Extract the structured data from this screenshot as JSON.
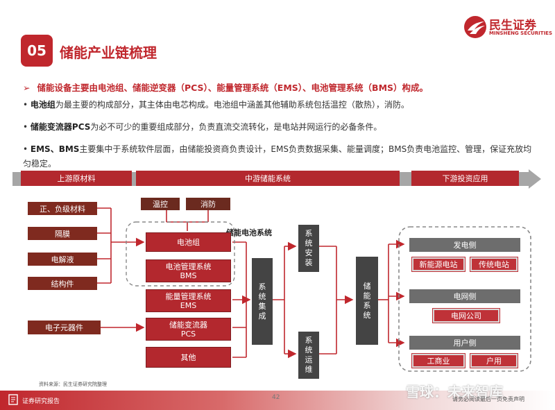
{
  "header": {
    "section_number": "05",
    "title": "储能产业链梳理",
    "logo_name": "民生证券",
    "logo_sub": "MINSHENG SECURITIES"
  },
  "intro": {
    "arrow": "➢",
    "lead": "储能设备主要由电池组、储能逆变器（PCS）、能量管理系统（EMS）、电池管理系统（BMS）构成。",
    "bullets": [
      {
        "bold": "电池组",
        "text": "为最主要的构成部分，其主体由电芯构成。电池组中涵盖其他辅助系统包括温控（散热），消防。"
      },
      {
        "bold": "储能变流器PCS",
        "text": "为必不可少的重要组成部分，负责直流交流转化，是电站并网运行的必备条件。"
      },
      {
        "bold": "EMS、BMS",
        "text": "主要集中于系统软件层面，由储能投资商负责设计，EMS负责数据采集、能量调度；BMS负责电池监控、管理，保证充放均匀稳定。"
      }
    ]
  },
  "bands": {
    "upstream": "上游原材料",
    "midstream": "中游储能系统",
    "downstream": "下游投资应用"
  },
  "diagram": {
    "materials": [
      "正、负级材料",
      "隔膜",
      "电解液",
      "结构件"
    ],
    "electronics": "电子元器件",
    "aux": [
      "温控",
      "消防"
    ],
    "battery_system_label": "储能电池系统",
    "battery_pack": "电池组",
    "bms_line1": "电池管理系统",
    "bms_line2": "BMS",
    "ems_line1": "能量管理系统",
    "ems_line2": "EMS",
    "pcs_line1": "储能变流器",
    "pcs_line2": "PCS",
    "other": "其他",
    "integration": [
      "系",
      "统",
      "集",
      "成"
    ],
    "install": [
      "系",
      "统",
      "安",
      "装"
    ],
    "operation": [
      "系",
      "统",
      "运",
      "维"
    ],
    "storage": [
      "储",
      "能",
      "系",
      "统"
    ],
    "gen_side": "发电侧",
    "gen_items": [
      "新能源电站",
      "传统电站"
    ],
    "grid_side": "电网侧",
    "grid_items": [
      "电网公司"
    ],
    "user_side": "用户侧",
    "user_items": [
      "工商业",
      "户用"
    ]
  },
  "footer": {
    "source": "资料来源：民生证券研究院整理",
    "report": "证券研究报告",
    "page": "42",
    "watermark": "雪球：未来智库",
    "watermark_sub": "请务必阅读最后一页免责声明"
  },
  "colors": {
    "brand_red": "#c0272d",
    "dark_red": "#b3282e",
    "brown": "#7f2a1f",
    "dark_grey": "#444444",
    "mid_grey": "#6d6d6d"
  }
}
